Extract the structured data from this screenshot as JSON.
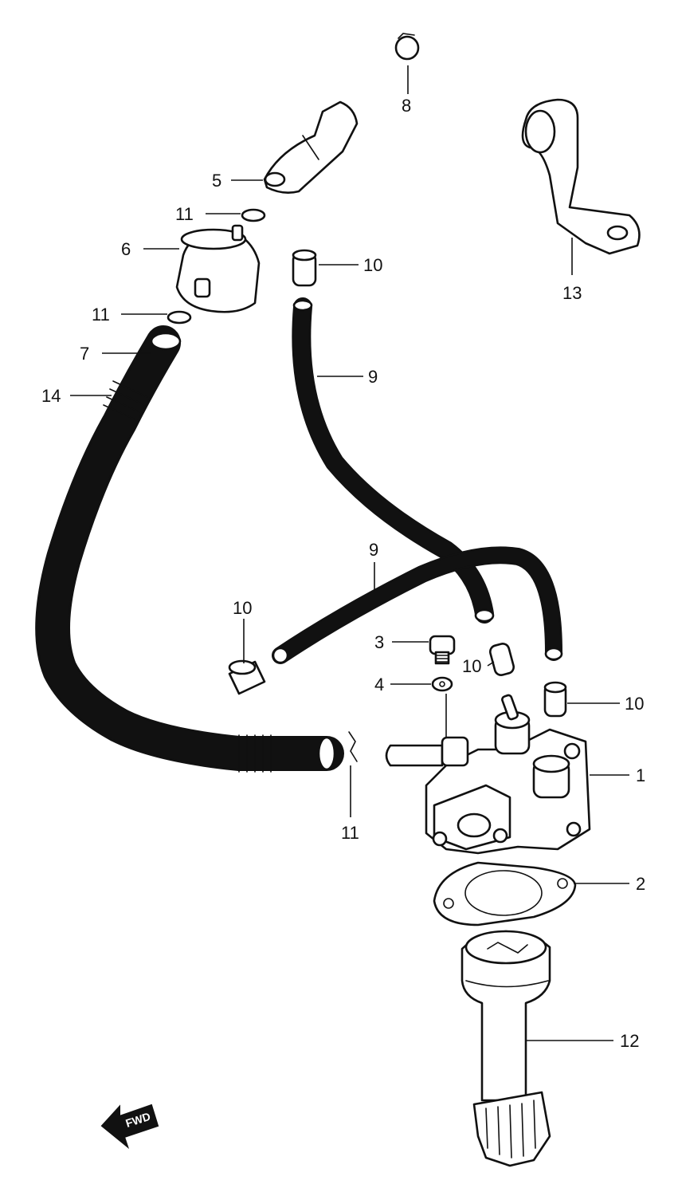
{
  "callouts": {
    "c1": "1",
    "c2": "2",
    "c3": "3",
    "c4": "4",
    "c5": "5",
    "c6": "6",
    "c7": "7",
    "c8": "8",
    "c9a": "9",
    "c9b": "9",
    "c10a": "10",
    "c10b": "10",
    "c10c": "10",
    "c10d": "10",
    "c11a": "11",
    "c11b": "11",
    "c11c": "11",
    "c12": "12",
    "c13": "13",
    "c14": "14"
  },
  "direction_marker": {
    "label": "FWD",
    "icon": "forward-arrow-icon"
  }
}
